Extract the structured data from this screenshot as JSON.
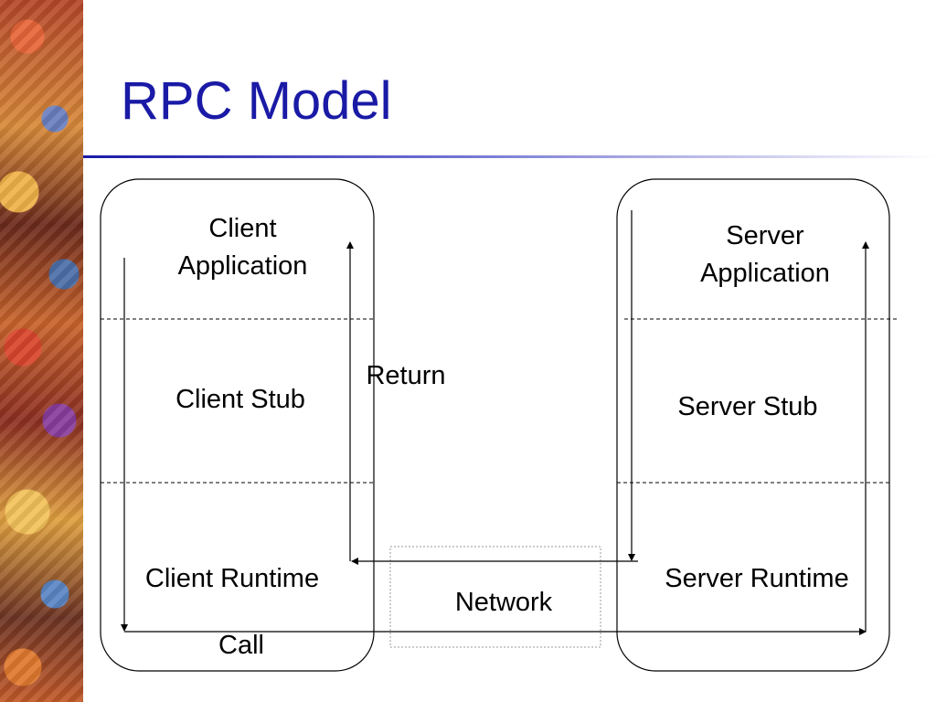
{
  "title": "RPC Model",
  "client": {
    "application": "Client\nApplication",
    "stub": "Client Stub",
    "runtime": "Client Runtime"
  },
  "server": {
    "application": "Server\nApplication",
    "stub": "Server Stub",
    "runtime": "Server Runtime"
  },
  "labels": {
    "return": "Return",
    "network": "Network",
    "call": "Call"
  },
  "colors": {
    "title": "#1a1aa6",
    "line": "#000000"
  }
}
